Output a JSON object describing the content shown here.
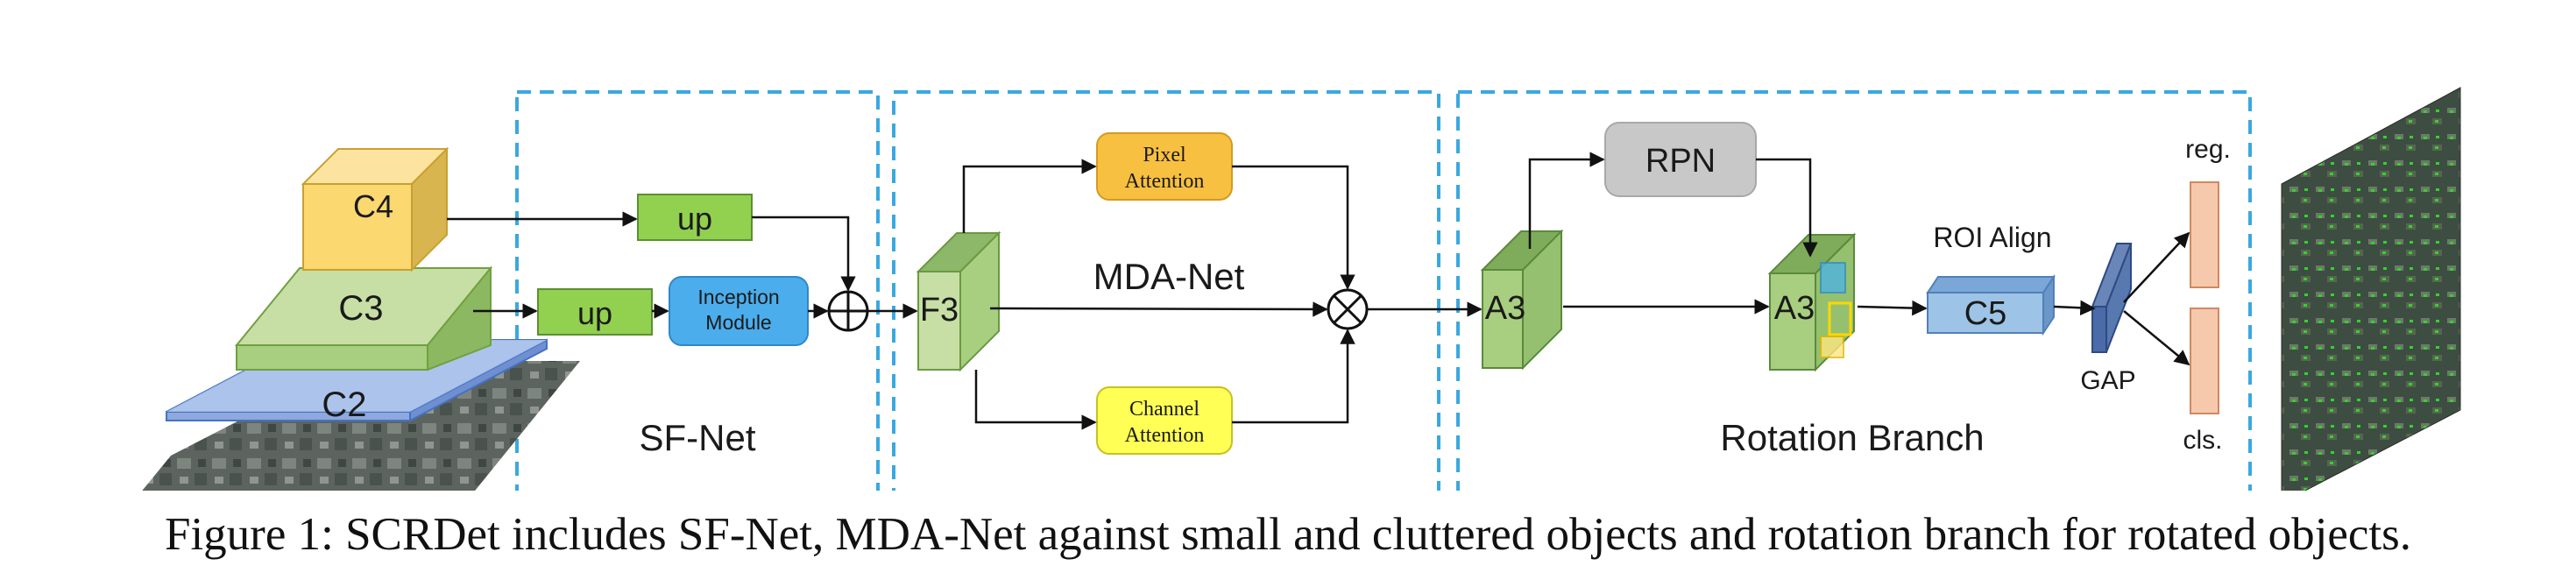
{
  "blocks": {
    "c4": "C4",
    "c3": "C3",
    "c2": "C2",
    "up1": "up",
    "up2": "up",
    "inception_line1": "Inception",
    "inception_line2": "Module",
    "f3": "F3",
    "pixel_line1": "Pixel",
    "pixel_line2": "Attention",
    "channel_line1": "Channel",
    "channel_line2": "Attention",
    "a3_left": "A3",
    "rpn": "RPN",
    "a3_right": "A3",
    "c5": "C5"
  },
  "sections": {
    "sf_net": "SF-Net",
    "mda_net": "MDA-Net",
    "rotation_branch": "Rotation Branch"
  },
  "labels": {
    "roi_align": "ROI Align",
    "gap": "GAP",
    "reg": "reg.",
    "cls": "cls."
  },
  "caption": "Figure 1: SCRDet includes SF-Net, MDA-Net against small and cluttered objects and rotation branch for rotated objects.",
  "colors": {
    "dashed_box": "#3aa8e0",
    "yellow_block": "#fbd870",
    "green_block": "#c7dfa5",
    "blue_block": "#a9c2ea",
    "up_box": "#92d050",
    "inception": "#4badeb",
    "pixel_attention": "#f8c040",
    "channel_attention": "#ffff55",
    "rpn": "#c8c8c8",
    "c5": "#9dc3e6",
    "output_bars": "#f6c9ad"
  }
}
